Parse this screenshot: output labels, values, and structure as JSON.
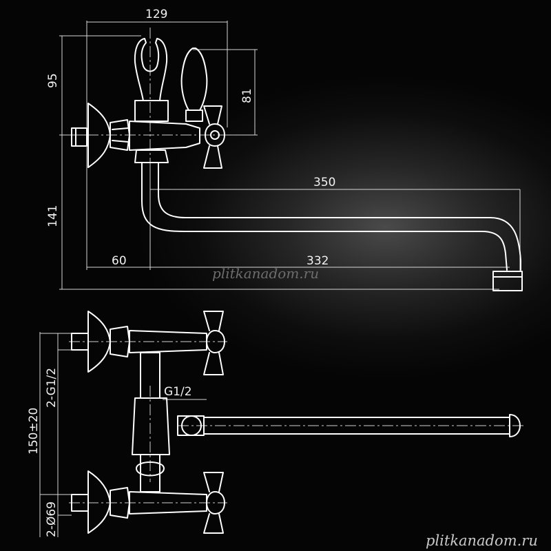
{
  "dimensions": {
    "width_total": "129",
    "height_upper": "95",
    "handle_height": "81",
    "height_lower": "141",
    "spout_total": "350",
    "spout_reach": "332",
    "offset": "60",
    "center_distance": "150±20",
    "inlet_thread": "2-G1/2",
    "outlet_thread": "G1/2",
    "escutcheon_diameter": "2-Ø69"
  },
  "watermark": {
    "center": "plitkanadom.ru",
    "corner": "plitkanadom.ru"
  },
  "colors": {
    "background": "#0d0d0d",
    "line": "#ffffff",
    "highlight": "#4a4a4a"
  }
}
